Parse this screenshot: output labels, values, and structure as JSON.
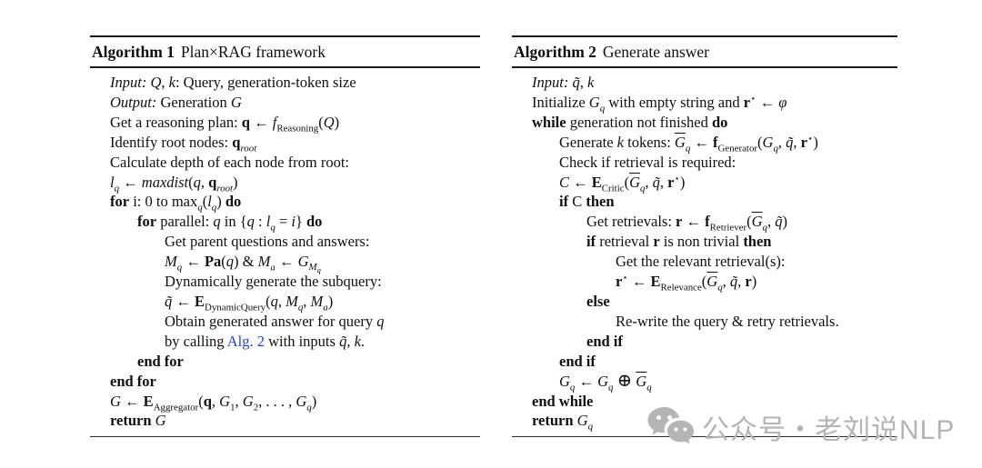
{
  "page": {
    "background": "#ffffff",
    "rule_color": "#1a1a1a",
    "link_color": "#2743c0"
  },
  "watermark": {
    "icon": "wechat-icon",
    "icon_color": "#b5b5b5",
    "text": "公众号・老刘说NLP",
    "text_color": "#b4b4b4"
  },
  "algorithms": [
    {
      "label": "Algorithm 1",
      "title": "Plan×RAG framework",
      "lines": [
        {
          "ind": 0,
          "html": "<i>Input:</i> <i>Q</i>, <i>k</i>: Query, generation-token size"
        },
        {
          "ind": 0,
          "html": "<i>Output:</i> Generation <i>G</i>"
        },
        {
          "ind": 0,
          "html": "Get a reasoning plan: <b>q</b> ← <i>f</i><sub>Reasoning</sub>(<i>Q</i>)"
        },
        {
          "ind": 0,
          "html": "Identify root nodes: <b>q</b><sub><i>root</i></sub>"
        },
        {
          "ind": 0,
          "html": "Calculate depth of each node from root:"
        },
        {
          "ind": 0,
          "html": "<i>l</i><sub><i>q</i></sub> ← <i>maxdist</i>(<i>q</i>, <b>q</b><sub><i>root</i></sub>)"
        },
        {
          "ind": 0,
          "html": "<b>for</b> i: 0 to max<sub><i>q</i></sub>(<i>l</i><sub><i>q</i></sub>) <b>do</b>"
        },
        {
          "ind": 1,
          "html": "<b>for</b> parallel: <i>q</i> in {<i>q</i> : <i>l</i><sub><i>q</i></sub> = <i>i</i>} <b>do</b>"
        },
        {
          "ind": 2,
          "html": "Get parent questions and answers:"
        },
        {
          "ind": 2,
          "html": "<i>M</i><sub><i>q</i></sub> ← <b>Pa</b>(<i>q</i>) &amp; <i>M</i><sub><i>a</i></sub> ← <i>G</i><sub><i>M</i><sub><i>q</i></sub></sub>"
        },
        {
          "ind": 2,
          "html": "Dynamically generate the subquery:"
        },
        {
          "ind": 2,
          "html": "<i>q̃</i> ← <b>E</b><sub>DynamicQuery</sub>(<i>q</i>, <i>M</i><sub><i>q</i></sub>, <i>M</i><sub><i>a</i></sub>)"
        },
        {
          "ind": 2,
          "html": "Obtain generated answer for query <i>q</i>"
        },
        {
          "ind": 2,
          "html": "by calling <span class='lk' data-name='alg-2-reference-link' data-interactable='true'>Alg. 2</span> with inputs <i>q̃</i>, <i>k</i>."
        },
        {
          "ind": 1,
          "html": "<b>end for</b>"
        },
        {
          "ind": 0,
          "html": "<b>end for</b>"
        },
        {
          "ind": 0,
          "html": "<i>G</i> ← <b>E</b><sub>Aggregator</sub>(<b>q</b>, <i>G</i><sub>1</sub>, <i>G</i><sub>2</sub>, . . . , <i>G</i><sub><i>q</i></sub>)"
        },
        {
          "ind": 0,
          "html": "<b>return</b> <i>G</i>"
        }
      ]
    },
    {
      "label": "Algorithm 2",
      "title": "Generate answer",
      "lines": [
        {
          "ind": 0,
          "html": "<i>Input:</i> <i>q̃</i>, <i>k</i>"
        },
        {
          "ind": 0,
          "html": "Initialize <i>G</i><sub><i>q</i></sub> with empty string and <b>r</b><sup>⋆</sup> ← <i>φ</i>"
        },
        {
          "ind": 0,
          "html": "<b>while</b> generation not finished <b>do</b>"
        },
        {
          "ind": 1,
          "html": "Generate <i>k</i> tokens: <span class='ov'><i>G</i></span><sub><i>q</i></sub> ← <b>f</b><sub>Generator</sub>(<i>G</i><sub><i>q</i></sub>, <i>q̃</i>, <b>r</b><sup>⋆</sup>)"
        },
        {
          "ind": 1,
          "html": "Check if retrieval is required:"
        },
        {
          "ind": 1,
          "html": "<i>C</i> ← <b>E</b><sub>Critic</sub>(<span class='ov'><i>G</i></span><sub><i>q</i></sub>, <i>q̃</i>, <b>r</b><sup>⋆</sup>)"
        },
        {
          "ind": 1,
          "html": "<b>if</b> C <b>then</b>"
        },
        {
          "ind": 2,
          "html": "Get retrievals: <b>r</b> ← <b>f</b><sub>Retriever</sub>(<span class='ov'><i>G</i></span><sub><i>q</i></sub>, <i>q̃</i>)"
        },
        {
          "ind": 2,
          "html": "<b>if</b> retrieval <b>r</b> is non trivial <b>then</b>"
        },
        {
          "ind": 3,
          "html": "Get the relevant retrieval(s):"
        },
        {
          "ind": 3,
          "html": "<b>r</b><sup>⋆</sup> ← <b>E</b><sub>Relevance</sub>(<span class='ov'><i>G</i></span><sub><i>q</i></sub>, <i>q̃</i>, <b>r</b>)"
        },
        {
          "ind": 2,
          "html": "<b>else</b>"
        },
        {
          "ind": 3,
          "html": "Re-write the query &amp; retry retrievals."
        },
        {
          "ind": 2,
          "html": "<b>end if</b>"
        },
        {
          "ind": 1,
          "html": "<b>end if</b>"
        },
        {
          "ind": 1,
          "html": "<i>G</i><sub><i>q</i></sub> ← <i>G</i><sub><i>q</i></sub> <span class='op'>⊕</span> <span class='ov'><i>G</i></span><sub><i>q</i></sub>"
        },
        {
          "ind": 0,
          "html": "<b>end while</b>"
        },
        {
          "ind": 0,
          "html": "<b>return</b> <i>G</i><sub><i>q</i></sub>"
        }
      ]
    }
  ]
}
